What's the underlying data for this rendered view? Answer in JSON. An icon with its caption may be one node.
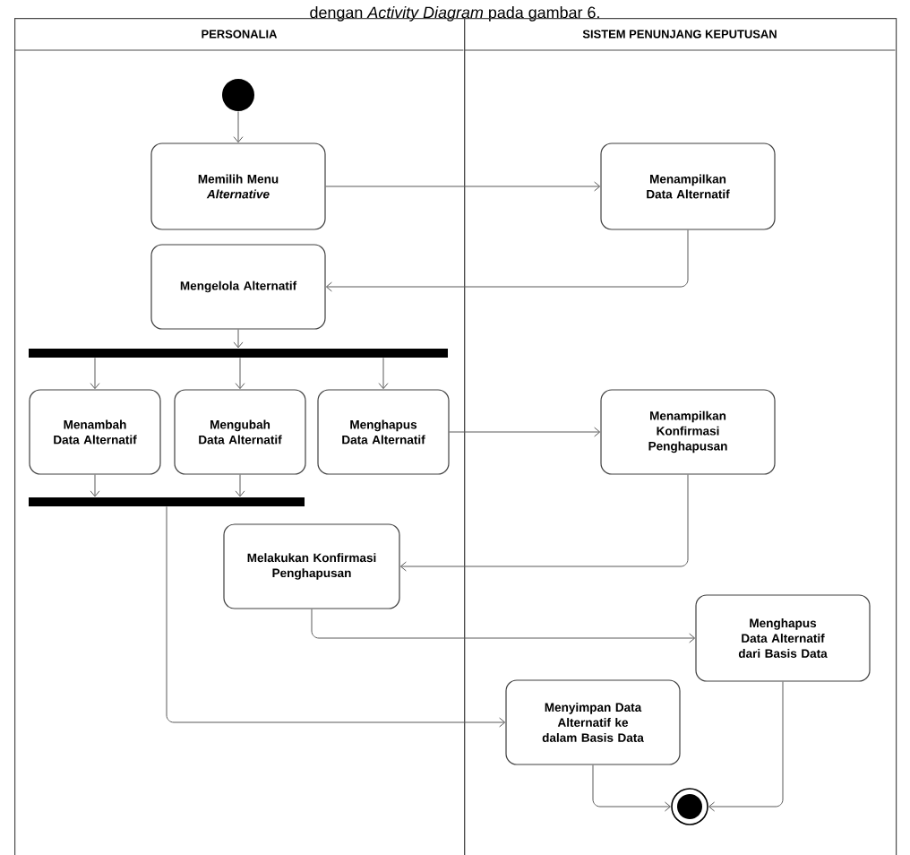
{
  "diagram": {
    "nodes": [
      {
        "text": [
          "PERSONALIA"
        ]
      },
      {
        "text": [
          "SISTEM PENUNJANG KEPUTUSAN"
        ]
      },
      {
        "text": [],
        "shape": "circle",
        "in": 0
      },
      {
        "text": [
          "Memilih Menu *Alternative*"
        ],
        "in": 0
      },
      {
        "text": [
          "Menampilkan Data Alternatif"
        ],
        "in": 1
      },
      {
        "text": [
          "Mengelola Alternatif"
        ],
        "in": 0
      },
      {
        "text": [],
        "shape": "bar",
        "in": 0
      },
      {
        "text": [
          "Menambah Data Alternatif"
        ],
        "in": 0
      },
      {
        "text": [
          "Mengubah Data Alternatif"
        ],
        "in": 0
      },
      {
        "text": [
          "Menghapus Data Alternatif"
        ],
        "in": 0
      },
      {
        "text": [
          "Menampilkan Konfirmasi Penghapusan"
        ],
        "in": 1
      },
      {
        "text": [],
        "shape": "bar",
        "in": 0
      },
      {
        "text": [
          "Melakukan Konfirmasi Penghapusan"
        ],
        "in": 0
      },
      {
        "text": [
          "Menghapus Data Alternatif dari Basis Data"
        ],
        "in": 1
      },
      {
        "text": [
          "Menyimpan Data Alternatif ke dalam Basis Data"
        ],
        "in": 1
      },
      {
        "text": [],
        "shape": "circle",
        "in": 1
      }
    ],
    "edges": [
      {
        "from": 2,
        "to": 3,
        "arrow": "to"
      },
      {
        "from": 3,
        "to": 4,
        "arrow": "to"
      },
      {
        "from": 4,
        "to": 5,
        "arrow": "to"
      },
      {
        "from": 5,
        "to": 6,
        "arrow": "to"
      },
      {
        "from": 6,
        "to": 7,
        "arrow": "to"
      },
      {
        "from": 6,
        "to": 8,
        "arrow": "to"
      },
      {
        "from": 6,
        "to": 9,
        "arrow": "to"
      },
      {
        "from": 7,
        "to": 11,
        "arrow": "to"
      },
      {
        "from": 8,
        "to": 11,
        "arrow": "to"
      },
      {
        "from": 9,
        "to": 10,
        "arrow": "to"
      },
      {
        "from": 10,
        "to": 12,
        "arrow": "to"
      },
      {
        "from": 12,
        "to": 13,
        "arrow": "to"
      },
      {
        "from": 11,
        "to": 14,
        "arrow": "to"
      },
      {
        "from": 14,
        "to": 15,
        "arrow": "to"
      },
      {
        "from": 13,
        "to": 15,
        "arrow": "to"
      }
    ],
    "labels": [
      "dengan *Activity Diagram* pada gambar 6."
    ]
  }
}
